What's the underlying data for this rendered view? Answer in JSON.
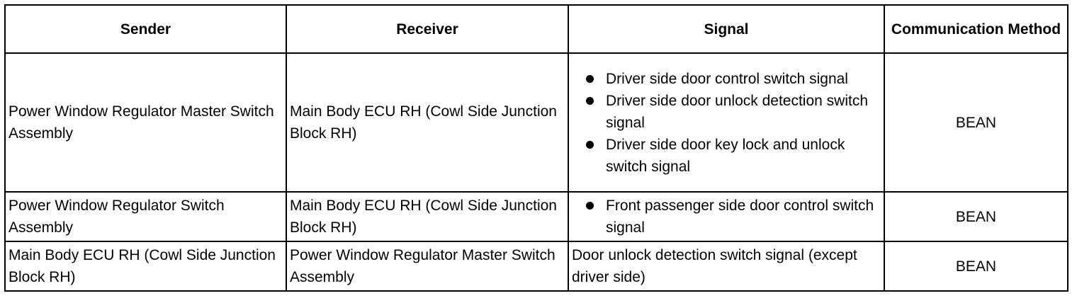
{
  "headers": {
    "sender": "Sender",
    "receiver": "Receiver",
    "signal": "Signal",
    "method": "Communication Method"
  },
  "rows": [
    {
      "sender": "Power Window Regulator Master Switch Assembly",
      "receiver": "Main Body ECU RH (Cowl Side Junction Block RH)",
      "signals": [
        "Driver side door control switch signal",
        "Driver side door unlock detection switch signal",
        "Driver side door key lock and unlock switch signal"
      ],
      "method": "BEAN"
    },
    {
      "sender": "Power Window Regulator Switch Assembly",
      "receiver": "Main Body ECU RH (Cowl Side Junction Block RH)",
      "signals": [
        "Front passenger side door control switch signal"
      ],
      "method": "BEAN"
    },
    {
      "sender": "Main Body ECU RH (Cowl Side Junction Block RH)",
      "receiver": "Power Window Regulator Master Switch Assembly",
      "signal_text": "Door unlock detection switch signal (except driver side)",
      "method": "BEAN"
    }
  ]
}
